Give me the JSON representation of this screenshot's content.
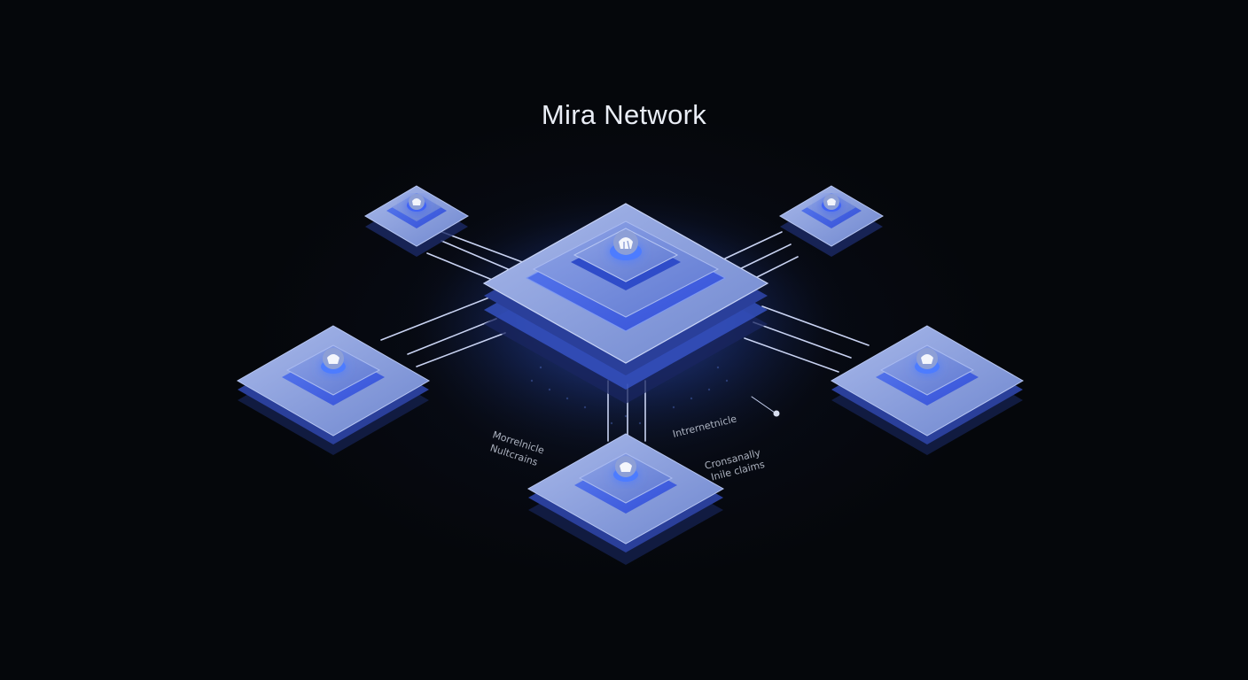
{
  "title": "Mira Network",
  "annotations": {
    "left_line1": "Morrelnicle",
    "left_line2": "Nultcrains",
    "right_top": "Intrernetnicle",
    "right_bottom_line1": "Cronsanally",
    "right_bottom_line2": "Inile claims"
  },
  "colors": {
    "background": "#05070b",
    "platform_top": "#8aa0dc",
    "platform_accent": "#3f63f5",
    "glow": "#4d7bff",
    "connector": "#c9d3f2"
  },
  "nodes": [
    {
      "id": "center",
      "icon": "node-icon"
    },
    {
      "id": "top-left",
      "icon": "node-icon"
    },
    {
      "id": "top-right",
      "icon": "node-icon"
    },
    {
      "id": "left",
      "icon": "node-icon"
    },
    {
      "id": "right",
      "icon": "node-icon"
    },
    {
      "id": "bottom",
      "icon": "node-icon"
    }
  ]
}
